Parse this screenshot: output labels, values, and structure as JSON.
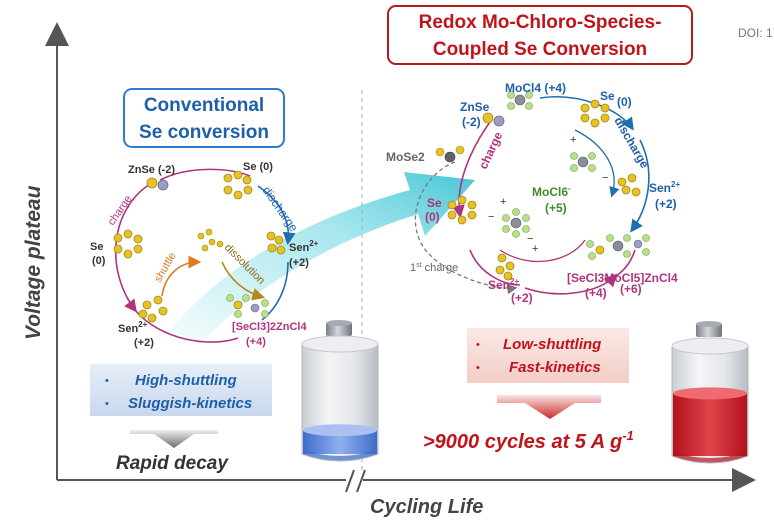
{
  "doi_label": "DOI: 1",
  "axes": {
    "y_label": "Voltage plateau",
    "x_label": "Cycling Life"
  },
  "left_panel": {
    "title_line1": "Conventional",
    "title_line2": "Se conversion",
    "species": {
      "znse": "ZnSe (-2)",
      "se0": "Se (0)",
      "se0_left_1": "Se",
      "se0_left_2": "(0)",
      "sen_right_1": "Sen",
      "sen_right_sup": "2+",
      "sen_right_2": "(+2)",
      "sen_bottom_1": "Sen",
      "sen_bottom_sup": "2+",
      "sen_bottom_2": "(+2)",
      "secl3_1": "[SeCl3]2ZnCl4",
      "secl3_2": "(+4)"
    },
    "process_labels": {
      "charge": "charge",
      "discharge": "discharge",
      "shuttle": "shuttle",
      "dissolution": "dissolution"
    },
    "bullets": [
      "High-shuttling",
      "Sluggish-kinetics"
    ],
    "result": "Rapid decay",
    "battery_fill_fraction": 0.22
  },
  "right_panel": {
    "title_line1": "Redox Mo-Chloro-Species-",
    "title_line2": "Coupled Se Conversion",
    "species": {
      "mocl4": "MoCl4 (+4)",
      "znse_1": "ZnSe",
      "znse_2": "(-2)",
      "se0_1": "Se",
      "se0_2": "(0)",
      "mose2": "MoSe2",
      "se_left_1": "Se",
      "se_left_2": "(0)",
      "mocl6_1": "MoCl6",
      "mocl6_sup": "-",
      "mocl6_2": "(+5)",
      "sen_right_1": "Sen",
      "sen_right_sup": "2+",
      "sen_right_2": "(+2)",
      "sen_bottom_1": "Sen",
      "sen_bottom_sup": "2+",
      "sen_bottom_2": "(+2)",
      "secl3mocl5": "[SeCl3MoCl5]ZnCl4",
      "ox_a": "(+4)",
      "ox_b": "(+6)"
    },
    "process_labels": {
      "charge": "charge",
      "discharge": "discharge",
      "first_charge_num": "1",
      "first_charge_sup": "st",
      "first_charge_text": " charge"
    },
    "bullets": [
      "Low-shuttling",
      "Fast-kinetics"
    ],
    "result_prefix": ">9000 cycles at 5 A g",
    "result_sup": "-1",
    "battery_fill_fraction": 0.58
  },
  "colors": {
    "axis": "#555555",
    "blue_text": "#1f5fa8",
    "blue_box": "#2f7bd0",
    "red_text": "#c0141b",
    "red_box": "#b31b1b",
    "magenta": "#b0337e",
    "teal_arrow": "#5fd3df",
    "gold": "#e6c229",
    "battery_blue": "#5b86d8",
    "battery_red": "#d41f2b"
  }
}
